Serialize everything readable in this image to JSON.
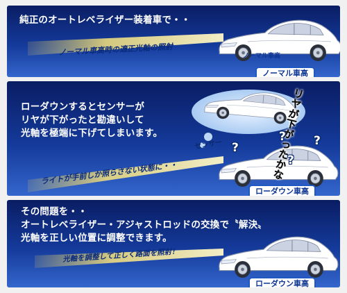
{
  "panels": [
    {
      "caption": "純正のオートレベライザー装着車で・・",
      "beam_text": "ノーマル車高時の適正光軸の照射",
      "car_tag": "ノーマル車高",
      "badge": "ノーマル車高"
    },
    {
      "caption_lines": [
        "ローダウンするとセンサーが",
        "リヤが下がったと勘違いして",
        "光軸を極端に下げてしまいます。"
      ],
      "beam_text": "ライトが手前しか照らさない状態に・・",
      "badge": "ローダウン車高",
      "sensor_speech": "センサー",
      "vertical_text": "リヤが下がったかな",
      "question_mark": "?"
    },
    {
      "caption_lines": [
        "その問題を・・",
        "オートレベライザー・アジャストロッドの交換で〝解決〟",
        "光軸を正しい位置に調整できます。"
      ],
      "beam_text": "光軸を調整して正しく路面を照射！",
      "badge": "ローダウン車高"
    }
  ],
  "colors": {
    "panel_top": "#0a1d63",
    "panel_bottom": "#2450b8",
    "beam": "#f6e27a",
    "badge_border": "#1f57c3",
    "car_body": "#ffffff",
    "car_outline": "#8a94ab"
  }
}
